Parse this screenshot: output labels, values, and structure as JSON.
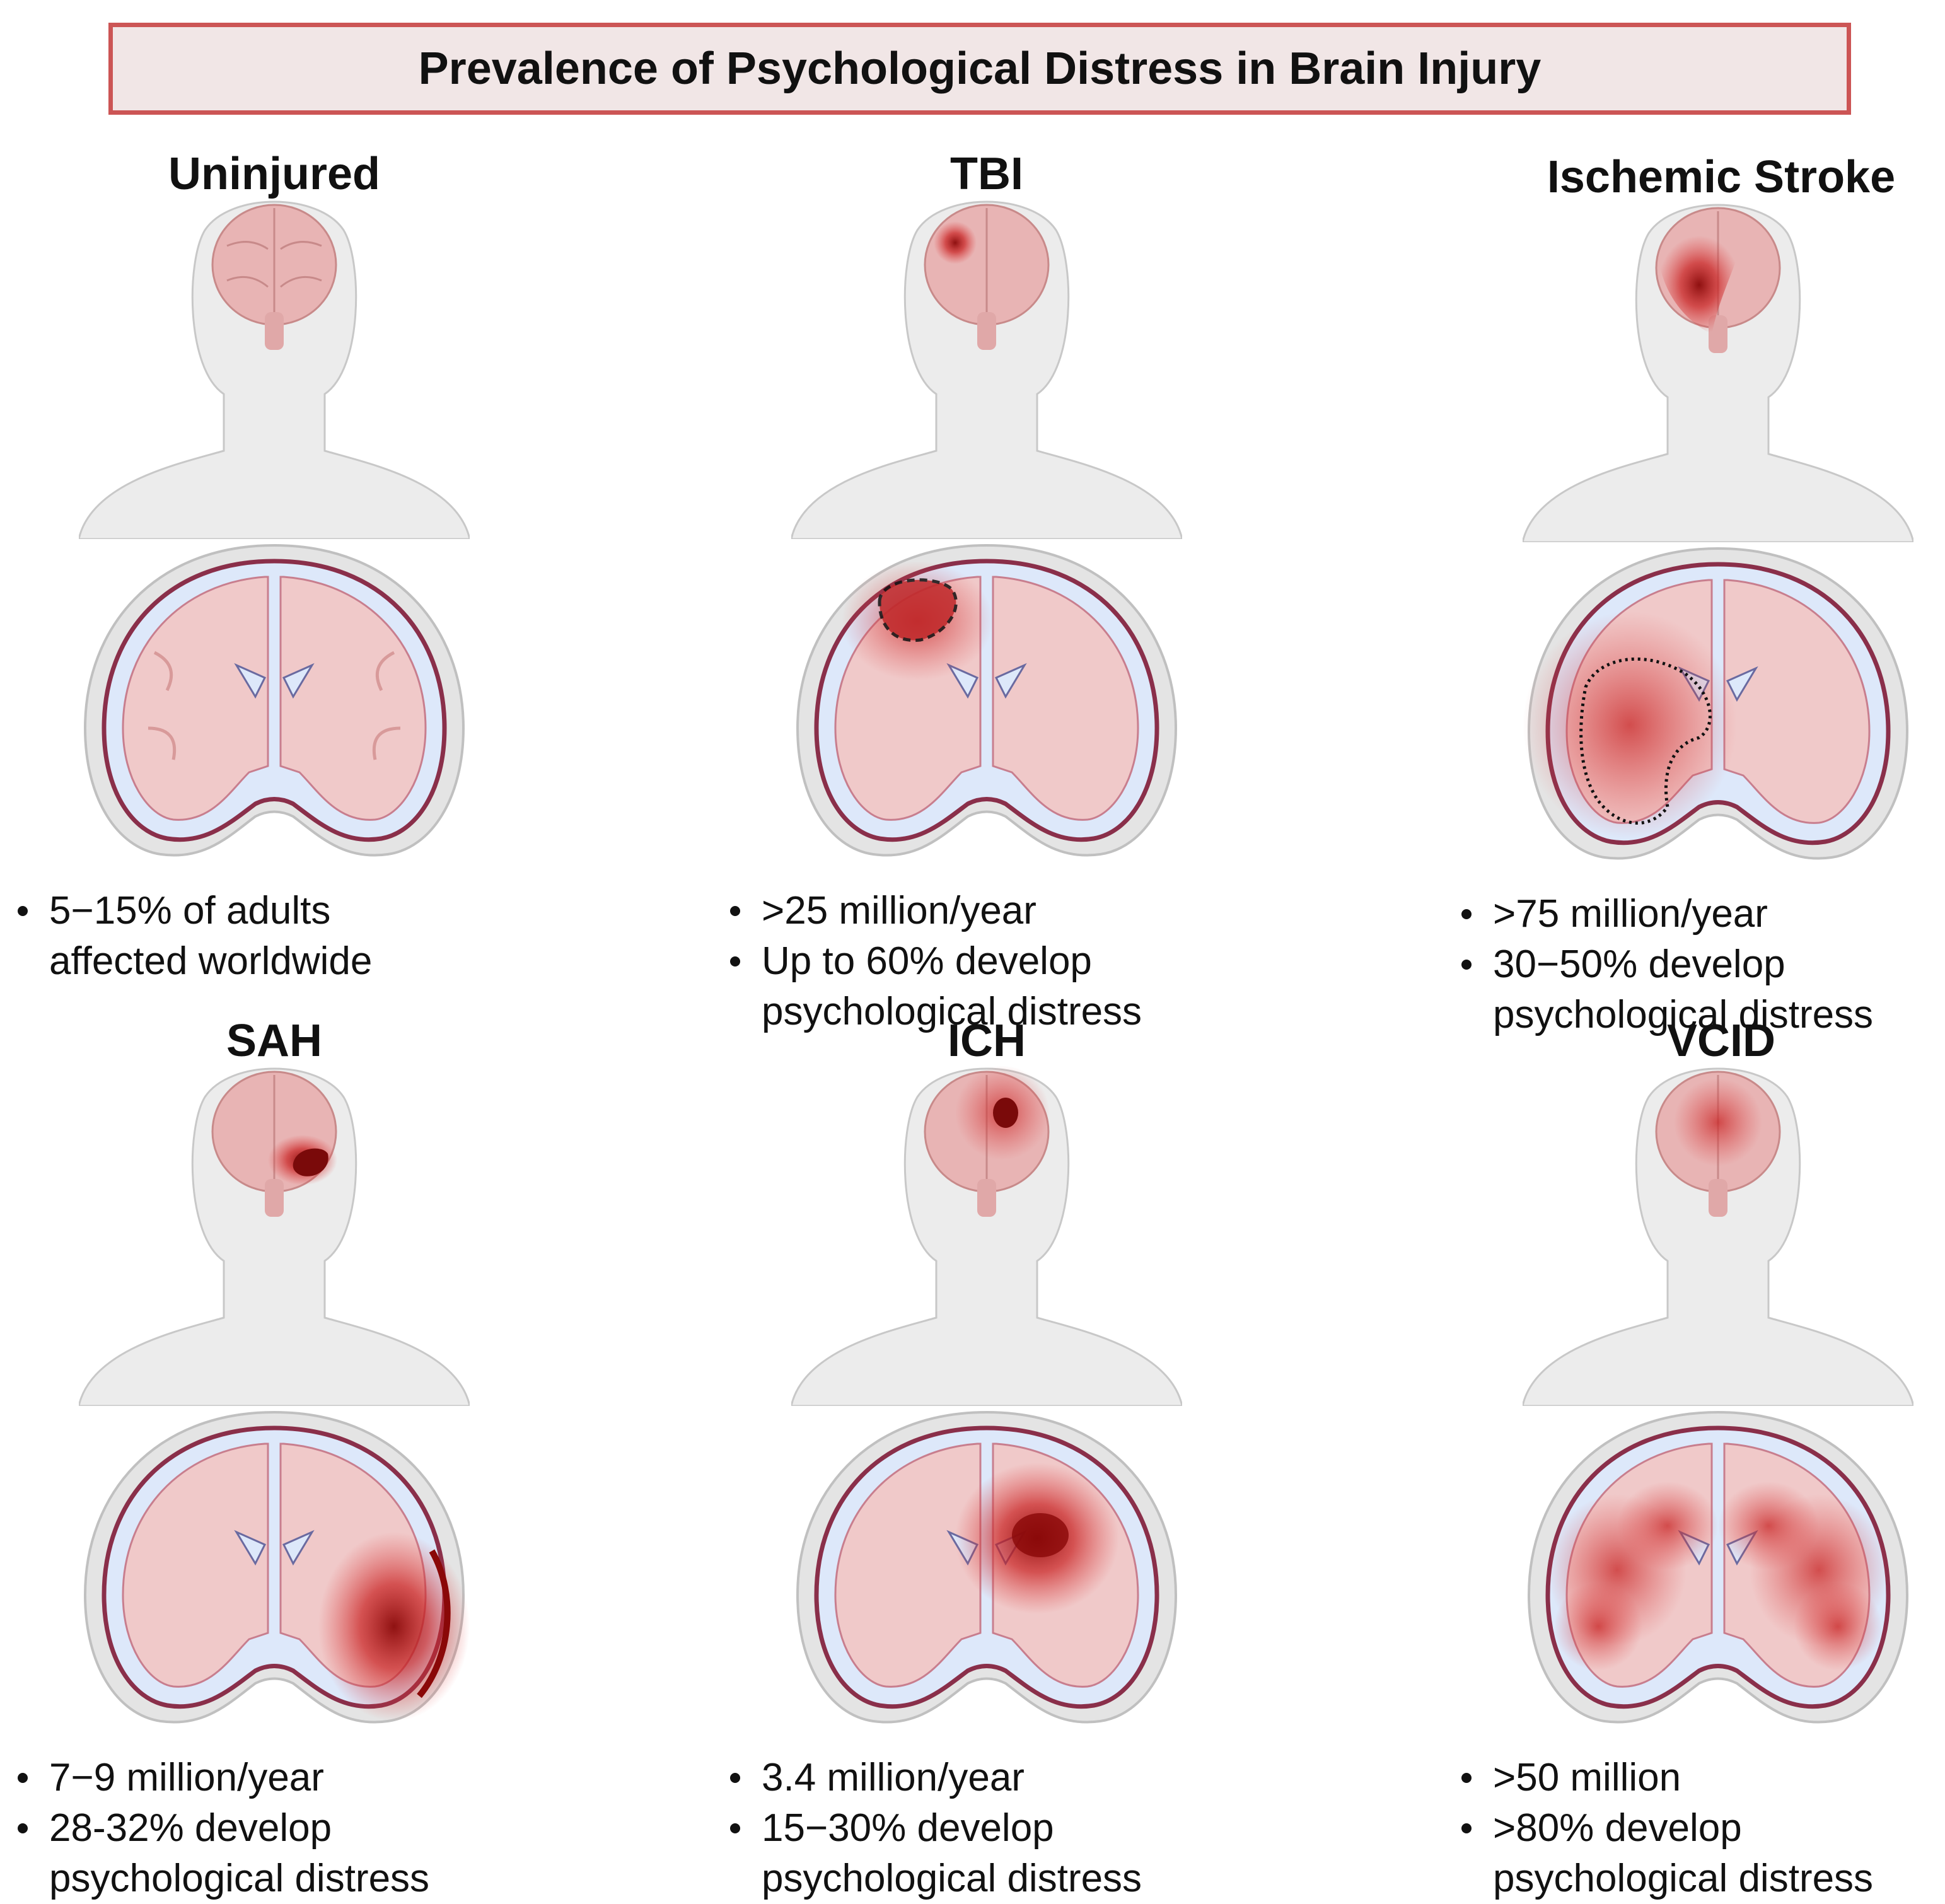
{
  "title": "Prevalence of Psychological Distress in Brain Injury",
  "panels": [
    {
      "label": "Uninjured",
      "bullets": [
        "5−15% of adults affected worldwide"
      ]
    },
    {
      "label": "TBI",
      "bullets": [
        ">25 million/year",
        "Up to 60% develop psychological distress"
      ]
    },
    {
      "label": "Ischemic Stroke",
      "bullets": [
        ">75 million/year",
        "30−50% develop psychological distress"
      ]
    },
    {
      "label": "SAH",
      "bullets": [
        "7−9 million/year",
        "28-32% develop psychological distress"
      ]
    },
    {
      "label": "ICH",
      "bullets": [
        "3.4 million/year",
        "15−30% develop psychological distress"
      ]
    },
    {
      "label": "VCID",
      "bullets": [
        ">50 million",
        ">80% develop psychological distress"
      ]
    }
  ],
  "colors": {
    "title_border": "#cc5555",
    "title_fill": "#f1e6e6",
    "brain_pink": "#f0c9c9",
    "brain_outline": "#8a2f4a",
    "csf_blue": "#dde8fa",
    "lesion_red": "#b01818"
  }
}
